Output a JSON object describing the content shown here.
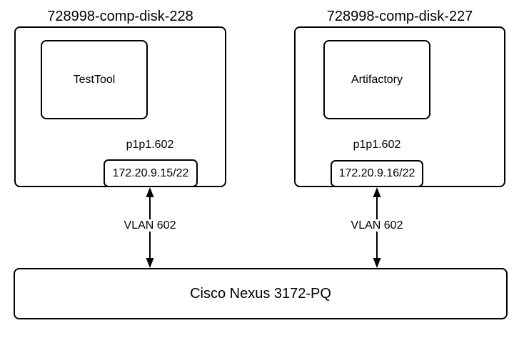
{
  "diagram": {
    "colors": {
      "stroke": "#000000",
      "background": "#ffffff",
      "text": "#000000"
    },
    "servers": [
      {
        "title": "728998-comp-disk-228",
        "app": "TestTool",
        "interface": "p1p1.602",
        "ip": "172.20.9.15/22",
        "link_label": "VLAN 602"
      },
      {
        "title": "728998-comp-disk-227",
        "app": "Artifactory",
        "interface": "p1p1.602",
        "ip": "172.20.9.16/22",
        "link_label": "VLAN 602"
      }
    ],
    "switch": {
      "label": "Cisco Nexus 3172-PQ"
    }
  }
}
